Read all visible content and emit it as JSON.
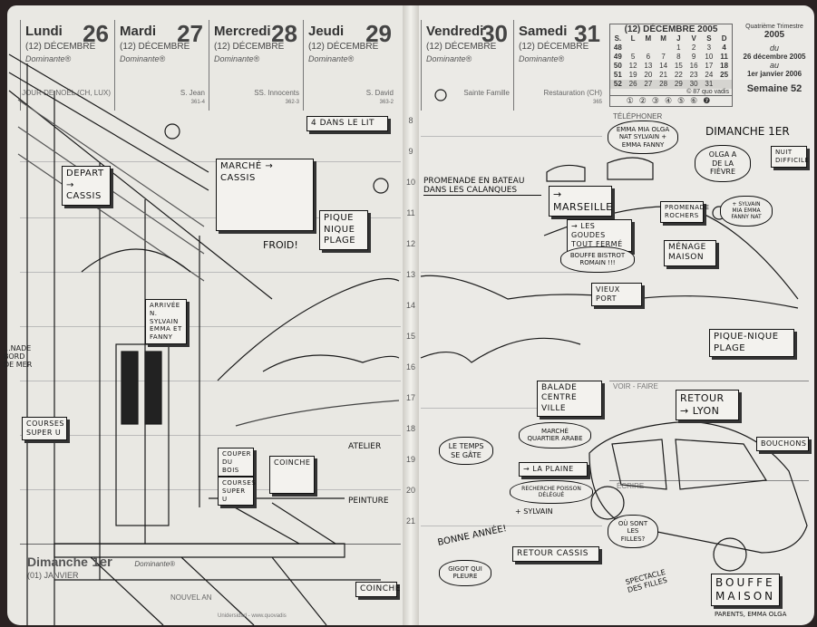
{
  "days": [
    {
      "name": "Lundi",
      "num": "26",
      "month": "(12) DÉCEMBRE",
      "dominante": "Dominante®",
      "saint": "JOUR DE NOËL (CH, LUX)"
    },
    {
      "name": "Mardi",
      "num": "27",
      "month": "(12) DÉCEMBRE",
      "dominante": "Dominante®",
      "saint": "S. Jean"
    },
    {
      "name": "Mercredi",
      "num": "28",
      "month": "(12) DÉCEMBRE",
      "dominante": "Dominante®",
      "saint": "SS. Innocents"
    },
    {
      "name": "Jeudi",
      "num": "29",
      "month": "(12) DÉCEMBRE",
      "dominante": "Dominante®",
      "saint": "S. David"
    },
    {
      "name": "Vendredi",
      "num": "30",
      "month": "(12) DÉCEMBRE",
      "dominante": "Dominante®",
      "saint": "Sainte Famille"
    },
    {
      "name": "Samedi",
      "num": "31",
      "month": "(12) DÉCEMBRE",
      "dominante": "Dominante®",
      "saint": "Restauration (CH)"
    }
  ],
  "day_codes": [
    "361-4",
    "362-3",
    "363-2",
    "365"
  ],
  "calendar": {
    "title": "(12) DÉCEMBRE 2005",
    "headers": [
      "S.",
      "L",
      "M",
      "M",
      "J",
      "V",
      "S",
      "D"
    ],
    "rows": [
      [
        "48",
        "",
        "",
        "",
        "1",
        "2",
        "3",
        "4"
      ],
      [
        "49",
        "5",
        "6",
        "7",
        "8",
        "9",
        "10",
        "11"
      ],
      [
        "50",
        "12",
        "13",
        "14",
        "15",
        "16",
        "17",
        "18"
      ],
      [
        "51",
        "19",
        "20",
        "21",
        "22",
        "23",
        "24",
        "25"
      ],
      [
        "52",
        "26",
        "27",
        "28",
        "29",
        "30",
        "31",
        ""
      ]
    ],
    "copyright": "© 87 quo vadis",
    "circles": [
      "①",
      "②",
      "③",
      "④",
      "⑤",
      "⑥",
      "❼"
    ]
  },
  "week_info": {
    "quarter": "Quatrième Trimestre",
    "year": "2005",
    "du": "du",
    "from": "26 décembre 2005",
    "au": "au",
    "to": "1er janvier 2006",
    "week": "Semaine 52"
  },
  "sections": {
    "telephoner": "TÉLÉPHONER",
    "voir": "VOIR - FAIRE",
    "ecrire": "ÉCRIRE"
  },
  "sunday": {
    "name": "Dimanche",
    "num": "1er",
    "month": "(01) JANVIER",
    "dominante": "Dominante®",
    "holiday": "NOUVEL AN",
    "footer": "Unidersidad - www.quovadis"
  },
  "hours": [
    "8",
    "9",
    "10",
    "11",
    "12",
    "13",
    "14",
    "15",
    "16",
    "17",
    "18",
    "19",
    "20",
    "21"
  ],
  "sketch": {
    "depart": "DEPART → CASSIS",
    "marche": "MARCHÉ → CASSIS",
    "froid": "FROID!",
    "pique1": "PIQUE NIQUE PLAGE",
    "lit": "4 DANS LE LIT",
    "arrivee": "ARRIVÉE N. SYLVAIN EMMA ET FANNY",
    "bord": "...NADE BORD DE MER",
    "courses1": "COURSES SUPER U",
    "bois": "COUPER DU BOIS",
    "courses2": "COURSES SUPER U",
    "coinche1": "COINCHE",
    "atelier": "ATELIER",
    "peinture": "PEINTURE",
    "coinche2": "COINCHE",
    "bateau": "PROMENADE EN BATEAU DANS LES CALANQUES",
    "marseille": "→ MARSEILLE",
    "dimanche": "DIMANCHE 1er",
    "invites": "EMMA MIA OLGA NAT SYLVAIN + EMMA FANNY",
    "fievre": "OLGA A DE LA FIÈVRE",
    "nuit": "NUIT DIFFICILE",
    "rochers": "PROMENADE ROCHERS",
    "rochers_plus": "+ SYLVAIN MIA EMMA FANNY NAT",
    "goudes": "→ LES GOUDES TOUT FERMÉ",
    "bistrot": "BOUFFE BISTROT ROMAIN !!!",
    "vieuxport": "VIEUX PORT",
    "menage": "MÉNAGE MAISON",
    "pique2": "PIQUE-NIQUE PLAGE",
    "balade": "BALADE CENTRE VILLE",
    "retour_lyon": "RETOUR → LYON",
    "bouchons": "BOUCHONS",
    "quartier": "MARCHÉ QUARTIER ARABE",
    "temps": "LE TEMPS SE GÂTE",
    "plaine": "→ LA PLAINE",
    "poisson": "RECHERCHE POISSON DÉLÉGUÉ",
    "sylvain": "+ SYLVAIN",
    "filles": "OÙ SONT LES FILLES?",
    "bonne": "BONNE ANNÉE!",
    "gigot": "GIGOT QUI PLEURE",
    "retour_cassis": "RETOUR CASSIS",
    "spectacle": "SPECTACLE DES FILLES",
    "bouffe": "BOUFFE MAISON",
    "parents": "PARENTS, EMMA OLGA"
  }
}
